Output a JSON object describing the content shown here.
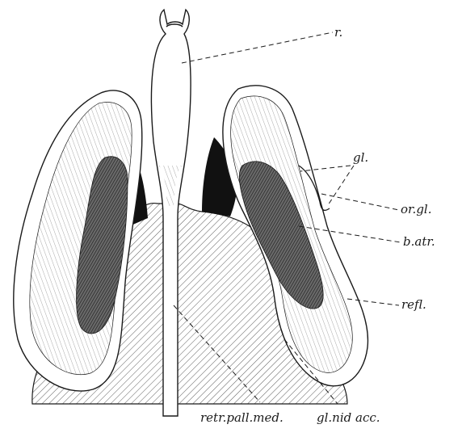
{
  "figure": {
    "labels": {
      "r": "r.",
      "gl": "gl.",
      "or_gl": "or.gl.",
      "b_atr": "b.atr.",
      "refl": "refl.",
      "retr_pall_med": "retr.pall.med.",
      "gl_nid_acc": "gl.nid acc."
    },
    "colors": {
      "ink": "#1a1a1a",
      "paper": "#ffffff"
    }
  }
}
